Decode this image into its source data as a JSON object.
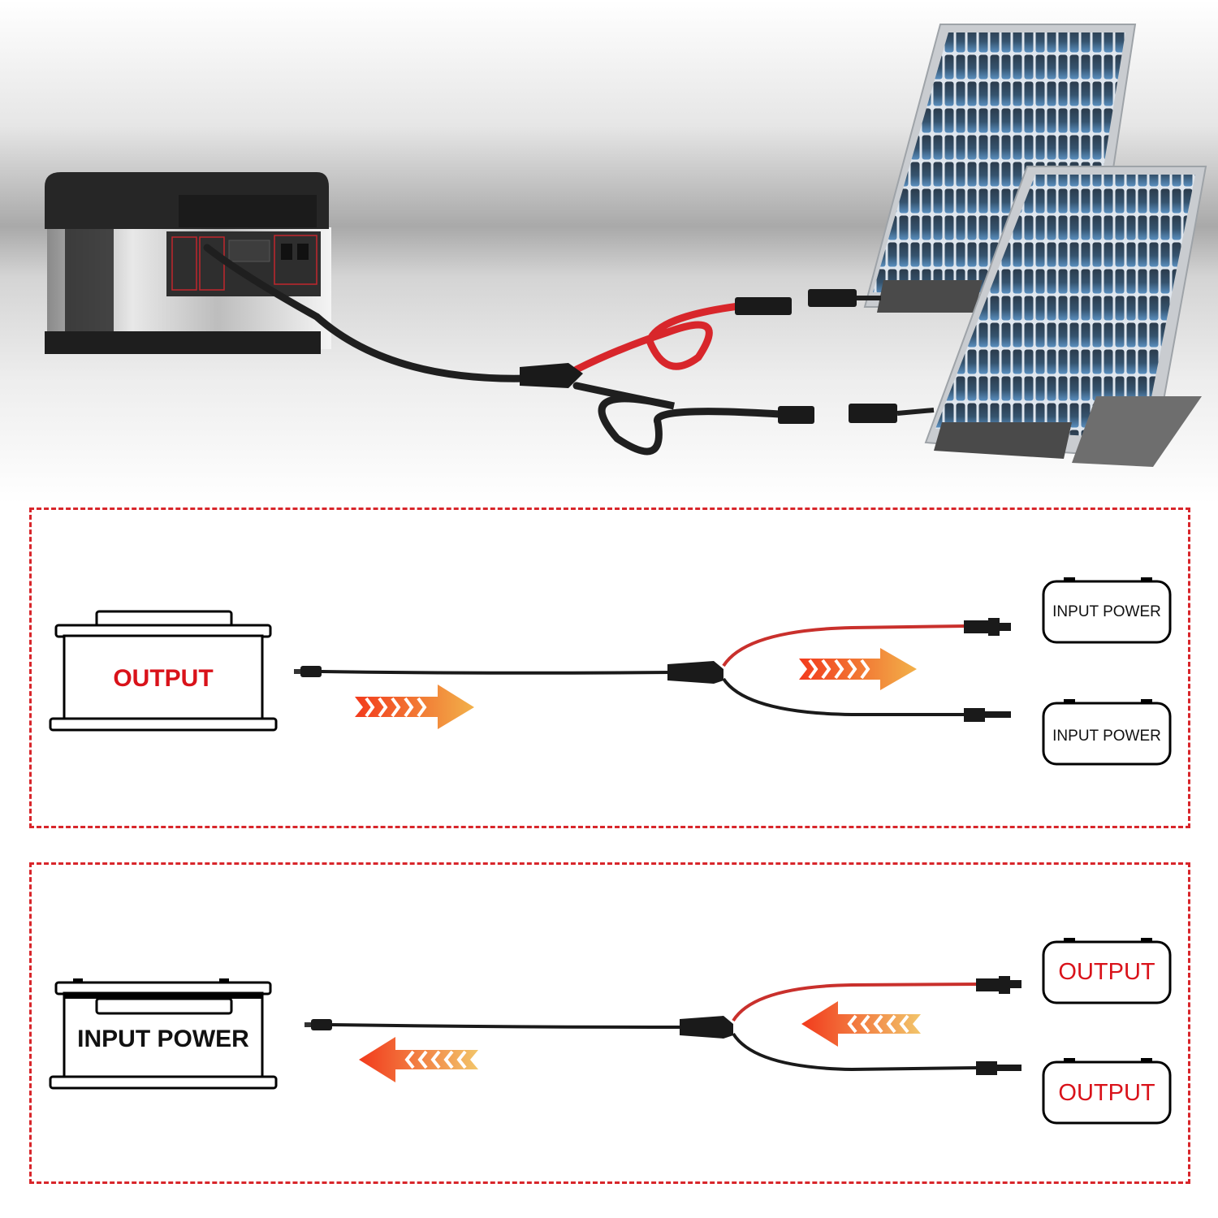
{
  "scene": {
    "description": "Portable power station connected to two solar panels via Y-branch cable",
    "devices": [
      "power-station",
      "solar-panel-1",
      "solar-panel-2"
    ],
    "cable_colors": {
      "red": "#d8262b",
      "black": "#1a1a1a"
    }
  },
  "diagram_top": {
    "source_label": "OUTPUT",
    "target_labels": [
      "INPUT POWER",
      "INPUT POWER"
    ],
    "flow_direction": "right",
    "arrow_count": 2
  },
  "diagram_bottom": {
    "source_label": "INPUT POWER",
    "target_labels": [
      "OUTPUT",
      "OUTPUT"
    ],
    "flow_direction": "left",
    "arrow_count": 2
  },
  "colors": {
    "accent_red": "#d8262b",
    "label_red": "#d9121a",
    "arrow_start": "#f23a1c",
    "arrow_end": "#f2b14a"
  }
}
